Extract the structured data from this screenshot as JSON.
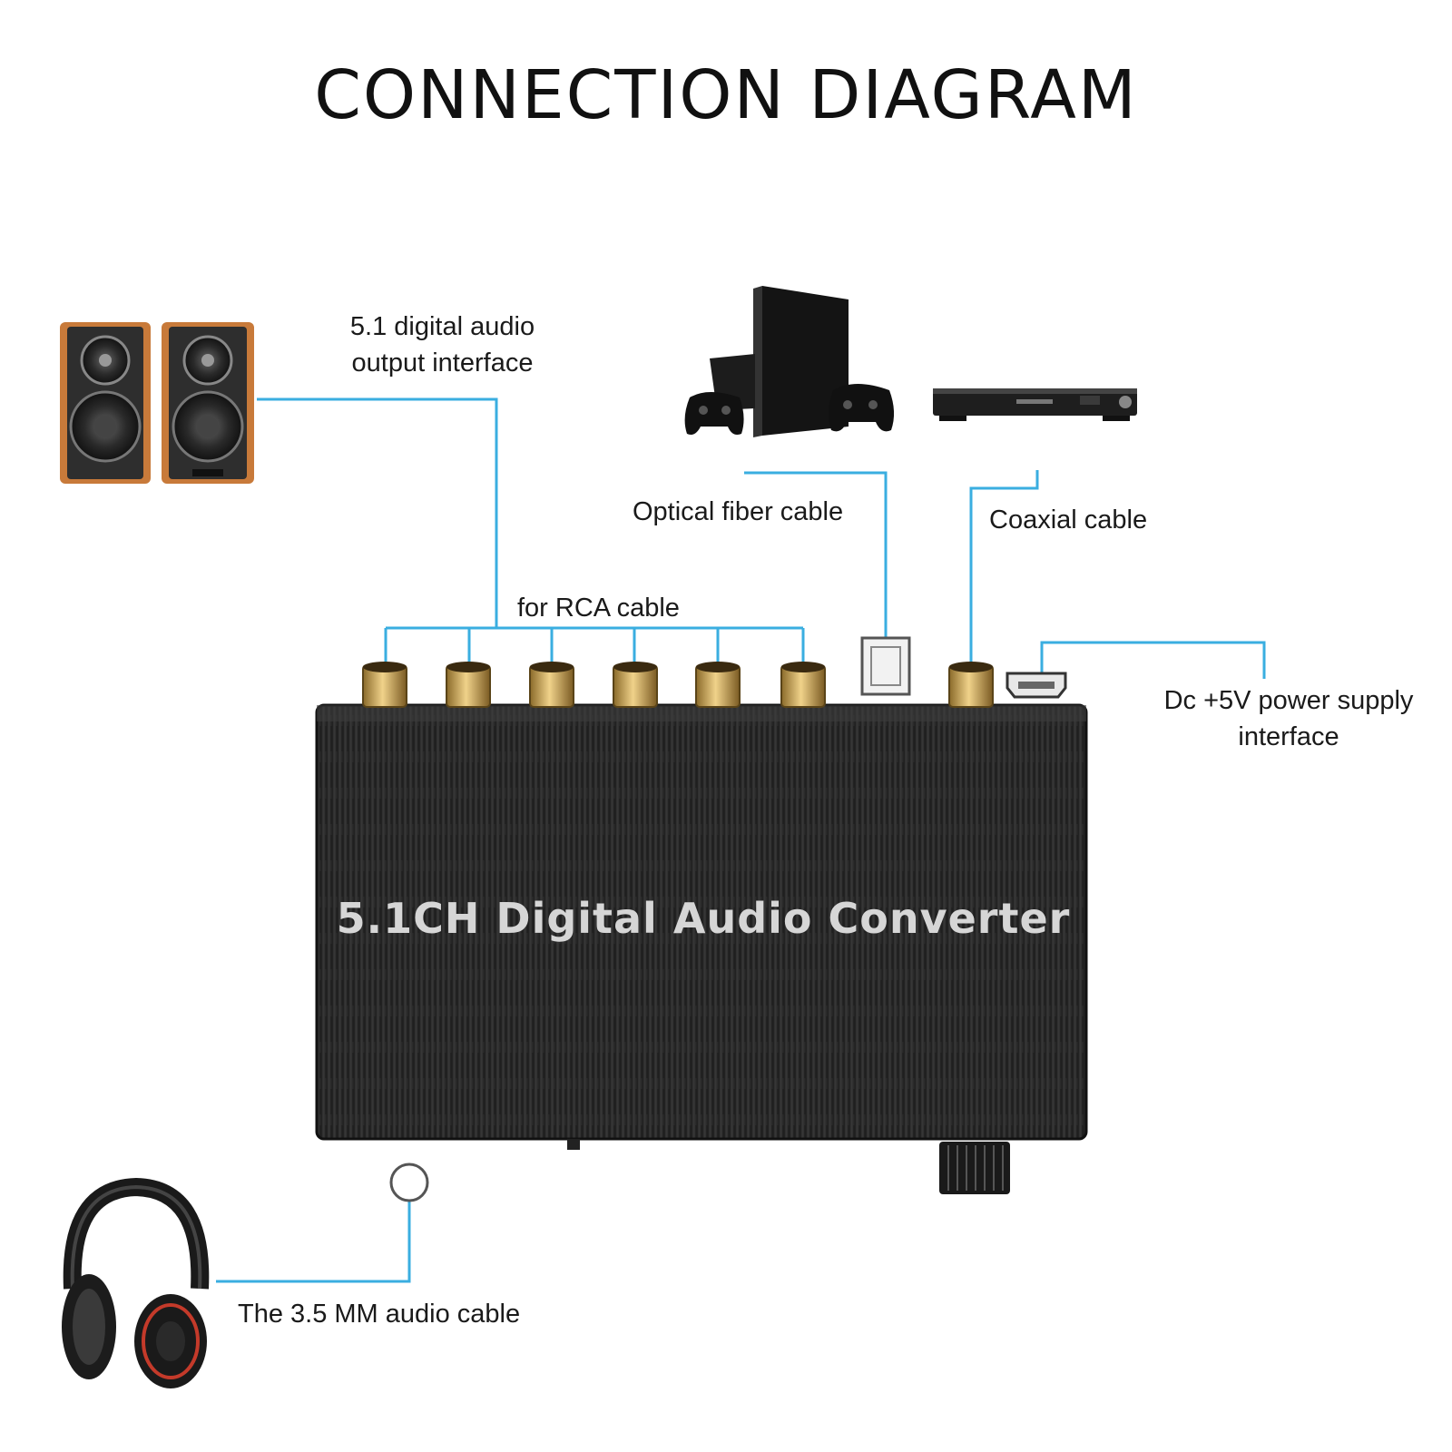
{
  "title": "CONNECTION DIAGRAM",
  "device_label": "5.1CH Digital Audio Converter",
  "labels": {
    "output_interface": [
      "5.1 digital audio",
      "output interface"
    ],
    "optical": "Optical fiber cable",
    "coaxial": "Coaxial cable",
    "rca": "for RCA cable",
    "power": [
      "Dc +5V power supply",
      "interface"
    ],
    "headphone": "The 3.5 MM audio cable"
  },
  "colors": {
    "cable": "#3aaee0",
    "device_body": "#2a2a2a",
    "rca_gold": "#c9a45a",
    "speaker_wood": "#c87a3a"
  },
  "icons": [
    "speakers-icon",
    "game-console-icon",
    "dvd-player-icon",
    "headphones-icon"
  ]
}
